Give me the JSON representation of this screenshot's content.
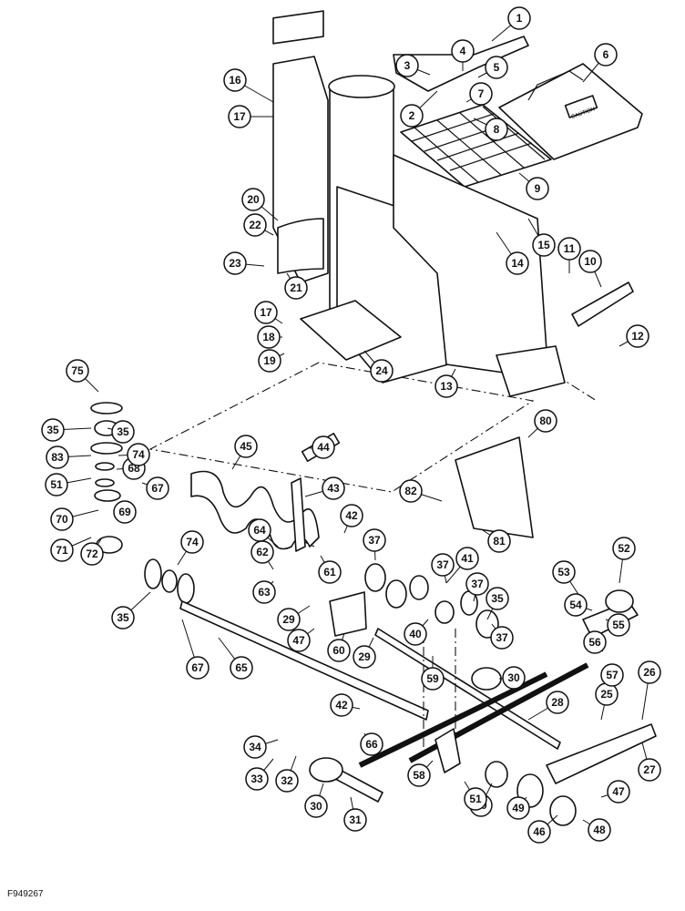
{
  "figure_code": "F949267",
  "callouts": [
    "1",
    "2",
    "3",
    "4",
    "5",
    "6",
    "7",
    "8",
    "9",
    "10",
    "11",
    "12",
    "13",
    "14",
    "15",
    "16",
    "17",
    "17",
    "18",
    "19",
    "20",
    "21",
    "22",
    "23",
    "24",
    "25",
    "26",
    "27",
    "28",
    "29",
    "29",
    "30",
    "30",
    "31",
    "32",
    "33",
    "34",
    "35",
    "35",
    "35",
    "35",
    "37",
    "37",
    "37",
    "37",
    "40",
    "41",
    "42",
    "42",
    "43",
    "44",
    "45",
    "46",
    "47",
    "47",
    "48",
    "49",
    "50",
    "51",
    "51",
    "52",
    "53",
    "54",
    "55",
    "56",
    "57",
    "58",
    "59",
    "60",
    "61",
    "62",
    "63",
    "64",
    "65",
    "66",
    "67",
    "67",
    "68",
    "69",
    "70",
    "71",
    "72",
    "74",
    "74",
    "75",
    "80",
    "81",
    "82",
    "83"
  ],
  "decal_text": "CAUTION"
}
